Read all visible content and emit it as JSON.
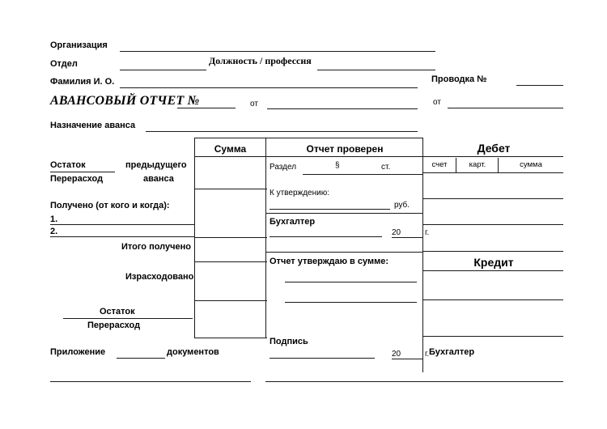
{
  "document": {
    "title": "АВАНСОВЫЙ ОТЧЕТ №",
    "language": "ru",
    "kind": "advance-report-form"
  },
  "header": {
    "organization_label": "Организация",
    "department_label": "Отдел",
    "position_label": "Должность / профессия",
    "surname_label": "Фамилия И. О.",
    "posting_label": "Проводка №",
    "from_label_title": "от",
    "from_label_posting": "от",
    "purpose_label": "Назначение аванса"
  },
  "table": {
    "sum_header": "Сумма",
    "checked_header": "Отчет проверен",
    "debit_header": "Дебет",
    "credit_header": "Кредит",
    "debit_columns": [
      "счет",
      "карт.",
      "сумма"
    ]
  },
  "left_column": {
    "balance_label": "Остаток",
    "overrun_label": "Перерасход",
    "previous_advance_line1": "предыдущего",
    "previous_advance_line2": "аванса",
    "received_label": "Получено (от кого и когда):",
    "received_items": [
      "1.",
      "2."
    ],
    "total_received_label": "Итого получено",
    "spent_label": "Израсходовано",
    "balance_label_2": "Остаток",
    "overrun_label_2": "Перерасход",
    "attachment_label": "Приложение",
    "documents_label": "документов"
  },
  "middle_column": {
    "section_label": "Раздел",
    "paragraph_symbol": "§",
    "article_label": "ст.",
    "for_approval_label": "К утверждению:",
    "rubles_label": "руб.",
    "accountant_label": "Бухгалтер",
    "year_prefix": "20",
    "year_suffix": "г.",
    "approve_sum_label": "Отчет утверждаю в сумме:",
    "signature_label": "Подпись",
    "year_prefix_2": "20",
    "year_suffix_2": "г."
  },
  "right_column": {
    "accountant_label": "Бухгалтер"
  },
  "colors": {
    "ink": "#1a1a1a",
    "paper": "#ffffff"
  }
}
